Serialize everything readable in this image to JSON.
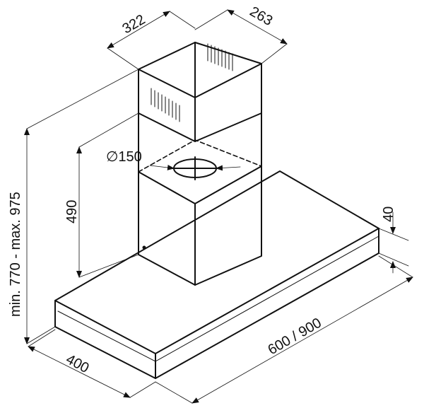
{
  "dimensions": {
    "chimney_width": "322",
    "chimney_depth": "263",
    "duct_diameter": "∅150",
    "chimney_height": "490",
    "total_height": "min. 770  -  max. 975",
    "canopy_thickness": "40",
    "canopy_width": "600 / 900",
    "canopy_depth": "400"
  }
}
